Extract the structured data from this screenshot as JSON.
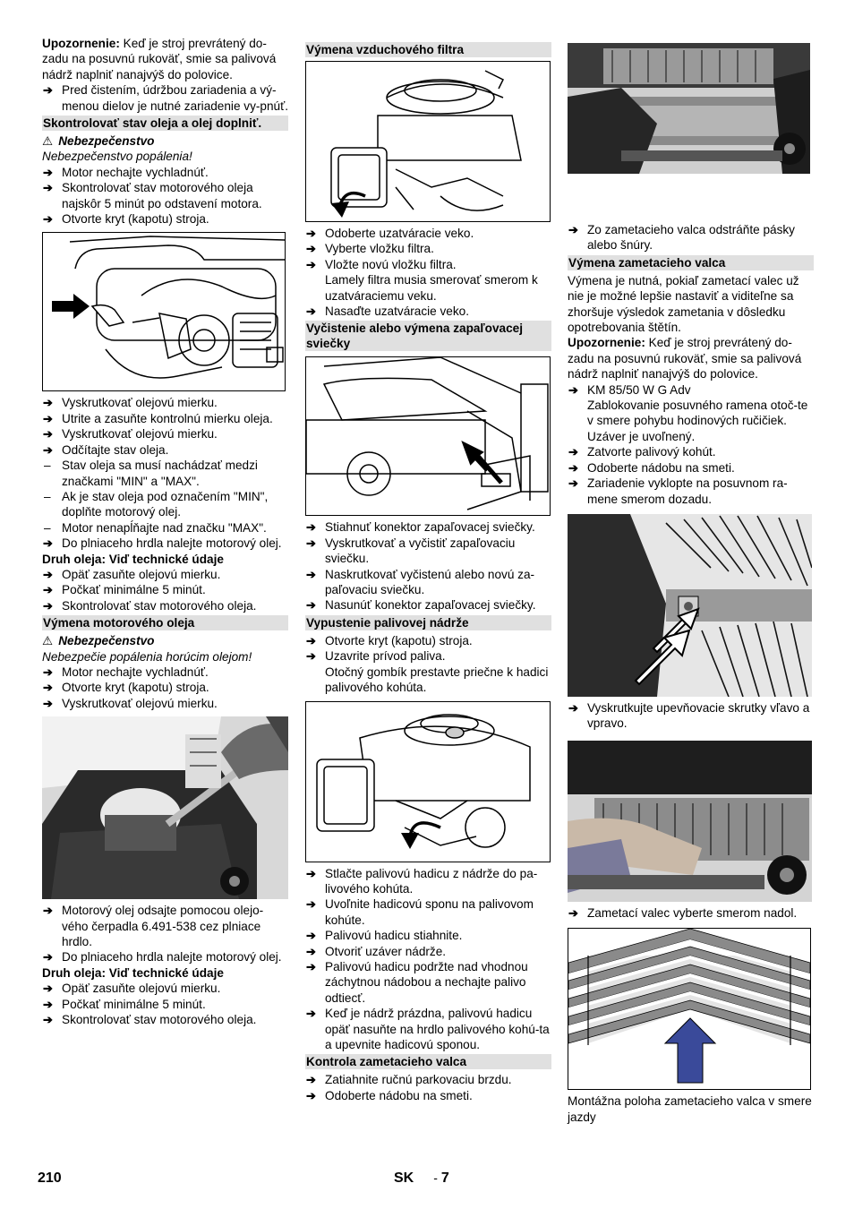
{
  "col1": {
    "note1_label": "Upozornenie:",
    "note1_text": " Keď je stroj prevrátený do-zadu na posuvnú rukoväť, smie sa palivová nádrž naplniť nanajvýš do polovice.",
    "note1_step": "Pred čistením, údržbou zariadenia a vý-menou dielov je nutné zariadenie vy-pnúť.",
    "h_oil_check": "Skontrolovať stav oleja a olej doplniť.",
    "danger1": "Nebezpečenstvo",
    "danger1_text": "Nebezpečenstvo popálenia!",
    "steps_a": [
      "Motor nechajte vychladnúť.",
      "Skontrolovať stav motorového oleja najskôr 5 minút po odstavení motora.",
      "Otvorte kryt (kapotu) stroja."
    ],
    "steps_b": [
      "Vyskrutkovať olejovú mierku.",
      "Utrite a zasuňte kontrolnú mierku oleja.",
      "Vyskrutkovať olejovú mierku.",
      "Odčítajte stav oleja."
    ],
    "dashes": [
      "Stav oleja sa musí nachádzať medzi značkami \"MIN\" a \"MAX\".",
      "Ak je stav oleja pod označením \"MIN\", doplňte motorový olej.",
      "Motor nenapĺňajte nad značku \"MAX\"."
    ],
    "step_fill": "Do plniaceho hrdla nalejte motorový olej.",
    "oil_type": "Druh oleja: Viď technické údaje",
    "steps_c": [
      "Opäť zasuňte olejovú mierku.",
      "Počkať minimálne 5 minút.",
      "Skontrolovať stav motorového oleja."
    ],
    "h_oil_change": "Výmena motorového oleja",
    "danger2": "Nebezpečenstvo",
    "danger2_text": "Nebezpečie popálenia horúcim olejom!",
    "steps_d": [
      "Motor nechajte vychladnúť.",
      "Otvorte kryt (kapotu) stroja.",
      "Vyskrutkovať olejovú mierku."
    ],
    "steps_e": [
      "Motorový olej odsajte pomocou olejo-vého čerpadla 6.491-538 cez plniace hrdlo.",
      "Do plniaceho hrdla nalejte motorový olej."
    ],
    "oil_type2": "Druh oleja: Viď technické údaje",
    "steps_f": [
      "Opäť zasuňte olejovú mierku.",
      "Počkať minimálne 5 minút.",
      "Skontrolovať stav motorového oleja."
    ]
  },
  "col2": {
    "h_air": "Výmena vzduchového filtra",
    "steps_air": [
      "Odoberte uzatváracie veko.",
      "Vyberte vložku filtra.",
      "Vložte novú vložku filtra."
    ],
    "air_note": "Lamely filtra musia smerovať smerom k uzatváraciemu veku.",
    "step_air_last": "Nasaďte uzatváracie veko.",
    "h_plug": "Vyčistenie alebo výmena zapaľovacej sviečky",
    "steps_plug": [
      "Stiahnuť konektor zapaľovacej sviečky.",
      "Vyskrutkovať a vyčistiť zapaľovaciu sviečku.",
      "Naskrutkovať vyčistenú alebo novú za-paľovaciu sviečku.",
      "Nasunúť konektor zapaľovacej sviečky."
    ],
    "h_tank": "Vypustenie palivovej nádrže",
    "steps_tank": [
      "Otvorte kryt (kapotu) stroja.",
      "Uzavrite prívod paliva."
    ],
    "tank_note": "Otočný gombík prestavte priečne k hadici palivového kohúta.",
    "steps_tank2": [
      "Stlačte palivovú hadicu z nádrže do pa-livového kohúta.",
      "Uvoľnite hadicovú sponu na palivovom kohúte.",
      "Palivovú hadicu stiahnite.",
      "Otvoriť uzáver nádrže.",
      "Palivovú hadicu podržte nad vhodnou záchytnou nádobou a nechajte palivo odtiecť.",
      "Keď je nádrž prázdna, palivovú hadicu opäť nasuňte na hrdlo palivového kohú-ta a upevnite hadicovú sponou."
    ],
    "h_roller_check": "Kontrola zametacieho valca",
    "steps_roller": [
      "Zatiahnite ručnú parkovaciu brzdu.",
      "Odoberte nádobu na smeti."
    ]
  },
  "col3": {
    "step_tape": "Zo zametacieho valca odstráňte pásky alebo šnúry.",
    "h_roller_change": "Výmena zametacieho valca",
    "roller_para": "Výmena je nutná, pokiaľ zametací valec už nie je možné lepšie nastaviť a viditeľne sa zhoršuje výsledok zametania v dôsledku opotrebovania štětín.",
    "note2_label": "Upozornenie:",
    "note2_text": " Keď je stroj prevrátený do-zadu na posuvnú rukoväť, smie sa palivová nádrž naplniť nanajvýš do polovice.",
    "step_model": "KM 85/50 W G Adv",
    "model_note": "Zablokovanie posuvného ramena otoč-te v smere pohybu hodinových ručičiek. Uzáver je uvoľnený.",
    "steps_g": [
      "Zatvorte palivový kohút.",
      "Odoberte nádobu na smeti.",
      "Zariadenie vyklopte na posuvnom ra-mene smerom dozadu."
    ],
    "step_screws": "Vyskrutkujte upevňovacie skrutky vľavo a vpravo.",
    "step_remove": "Zametací valec vyberte smerom nadol.",
    "caption": "Montážna poloha zametacieho valca v smere jazdy"
  },
  "footer": {
    "page": "210",
    "lang": "SK",
    "sep": "-",
    "sub": "7"
  }
}
